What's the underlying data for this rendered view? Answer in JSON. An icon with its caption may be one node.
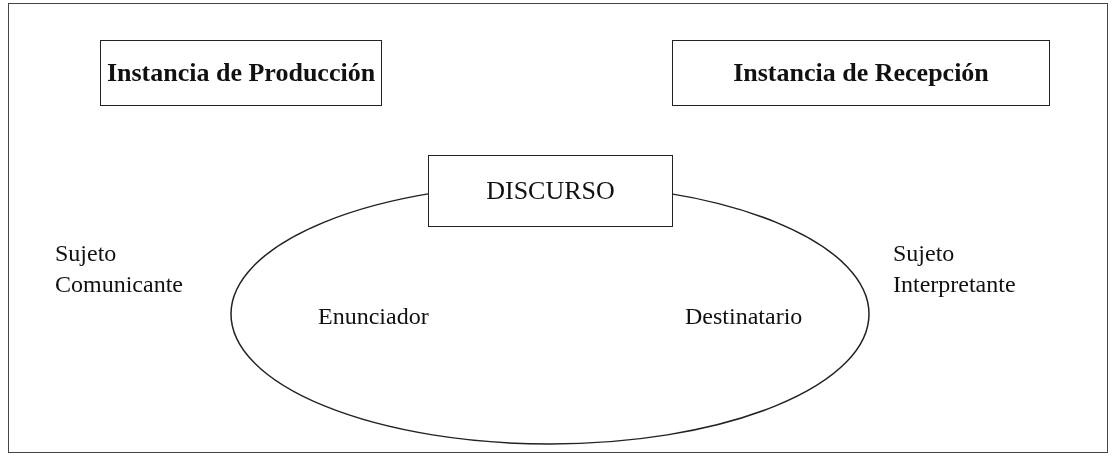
{
  "diagram": {
    "nodes": [
      {
        "text": [
          "Instancia de Producción"
        ]
      },
      {
        "text": [
          "Instancia de Recepción"
        ]
      },
      {
        "text": [
          "DISCURSO"
        ]
      },
      {
        "text": [
          "Enunciador",
          "Destinatario"
        ]
      }
    ],
    "labels": [
      "Sujeto Comunicante",
      "Sujeto Interpretante"
    ]
  }
}
